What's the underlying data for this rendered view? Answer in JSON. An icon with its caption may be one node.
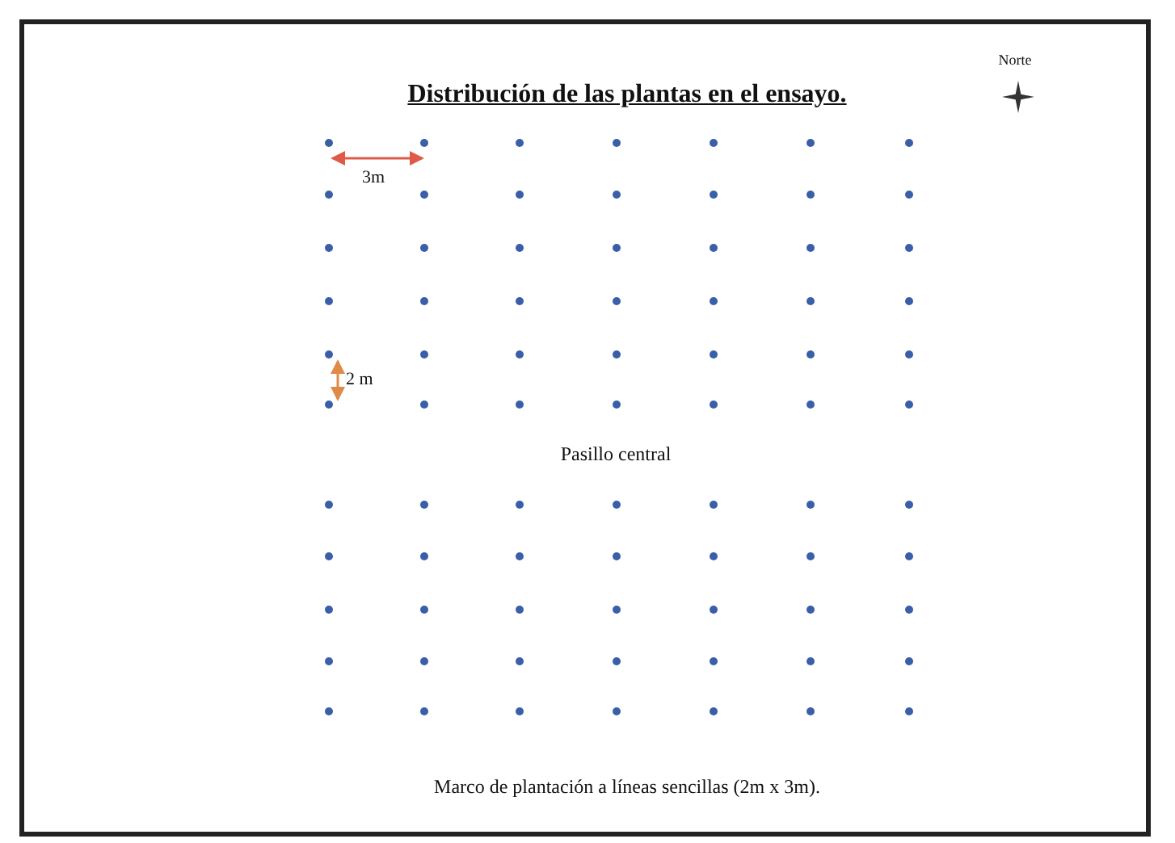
{
  "diagram": {
    "title": "Distribución de las plantas  en el ensayo.",
    "caption": "Marco de plantación a líneas sencillas (2m x 3m).",
    "labels": [
      "Norte",
      "3m",
      "2 m",
      "Pasillo central"
    ]
  }
}
